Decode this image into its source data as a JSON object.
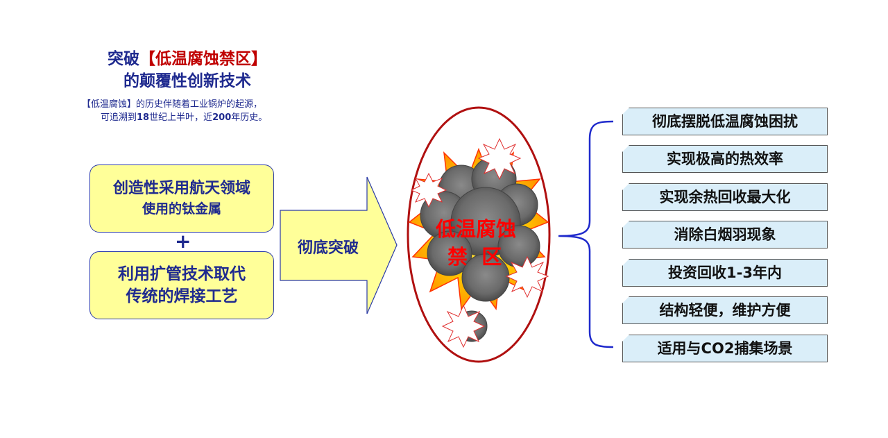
{
  "title": {
    "line1_prefix": "突破",
    "line1_highlight": "【低温腐蚀禁区】",
    "line2": "的颠覆性创新技术"
  },
  "subtitle": {
    "line1": "【低温腐蚀】的历史伴随着工业锅炉的起源，",
    "line2_a": "可追溯到",
    "line2_b": "18",
    "line2_c": "世纪上半叶，近",
    "line2_d": "200",
    "line2_e": "年历史。"
  },
  "left_boxes": [
    {
      "line1": "创造性采用航天领域",
      "line2": "使用的钛金属"
    },
    {
      "line1": "利用扩管技术取代",
      "line2": "传统的焊接工艺"
    }
  ],
  "plus": "+",
  "arrow_label": "彻底突破",
  "center": {
    "line1": "低温腐蚀",
    "line2": "禁  区"
  },
  "benefits": [
    "彻底摆脱低温腐蚀困扰",
    "实现极高的热效率",
    "实现余热回收最大化",
    "消除白烟羽现象",
    "投资回收1-3年内",
    "结构轻便，维护方便",
    "适用与CO2捕集场景"
  ],
  "colors": {
    "navy": "#1f2a8f",
    "red": "#c00000",
    "box_yellow": "#ffff99",
    "benefit_bg": "#daeef9",
    "ellipse_border": "#b01010"
  }
}
